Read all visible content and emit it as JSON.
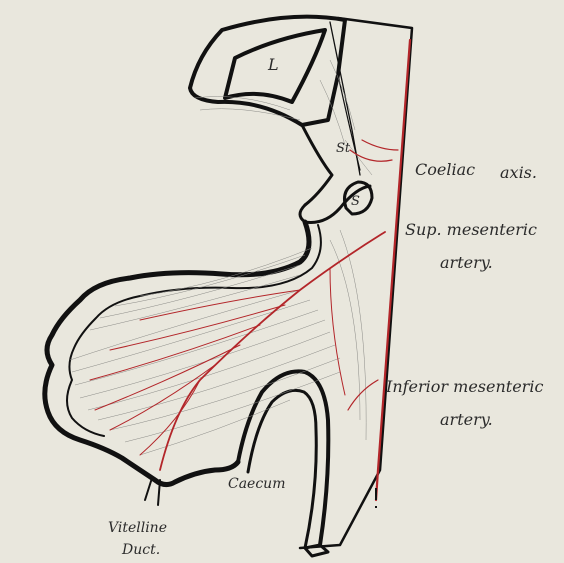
{
  "labels": {
    "liver": "L",
    "stomach": "St",
    "spleen": "S",
    "coeliac_1": "Coeliac",
    "coeliac_2": "axis.",
    "sup_mes_1": "Sup. mesenteric",
    "sup_mes_2": "artery.",
    "inf_mes_1": "Inferior mesenteric",
    "inf_mes_2": "artery.",
    "caecum": "Caecum",
    "vitelline_1": "Vitelline",
    "vitelline_2": "Duct."
  },
  "colors": {
    "paper": "#e9e7dd",
    "ink": "#111111",
    "artery": "#b3262a",
    "fibres": "#8a8a86"
  }
}
